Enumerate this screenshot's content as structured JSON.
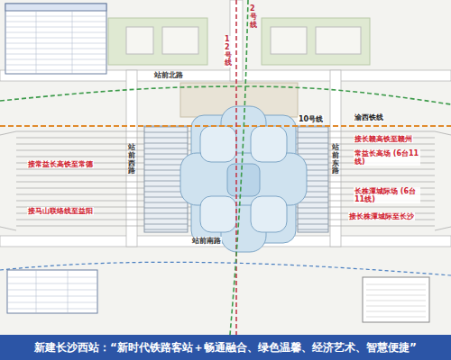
{
  "diagram": {
    "nodes": [
      {
        "text": [
          "新建长沙西站：“新时代铁路客站＋畅通融合、绿色温馨、经济艺术、智慧便捷”"
        ]
      }
    ],
    "labels": [
      "站前北路",
      "站前南路",
      "站前西路",
      "站前东路",
      "2号线",
      "12号线",
      "10号线",
      "渝西铁线",
      "接常益长高铁至常德",
      "接长赣高铁至赣州",
      "常益长高场 (6台11线)",
      "长株潭城际场 (6台11线)",
      "接长株潭城际至长沙",
      "接马山联络线至益阳"
    ]
  }
}
